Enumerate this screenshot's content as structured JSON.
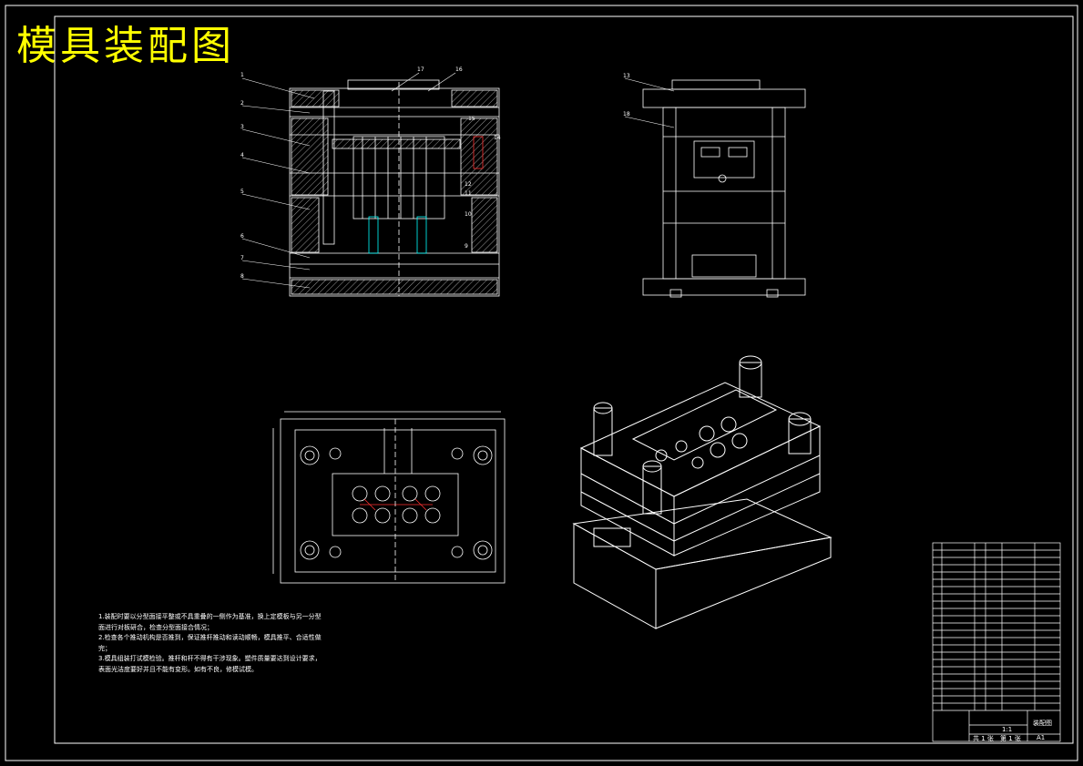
{
  "sheet": {
    "title": "模具装配图",
    "size_label": "A1",
    "drawing_name": "装配图",
    "sheet_count": "共 1 张",
    "sheet_index": "第 1 张",
    "scale": "1:1"
  },
  "callouts": [
    "1",
    "2",
    "3",
    "4",
    "5",
    "6",
    "7",
    "8",
    "9",
    "10",
    "11",
    "12",
    "13",
    "14",
    "15",
    "16",
    "17",
    "18"
  ],
  "technical_requirements": [
    "1.装配时要以分型面接平整或不具重叠的一侧作为基准，换上定模板与另一分型面进行对板研合，检查分型面接合情况；",
    "2.检查各个推动机构是否推到，保证推杆推动和读动顺畅，模具推平、合适性做完；",
    "3.模具组装打试模检验。推杆和杆不得有干涉现象。塑件质量要达到设计要求，表面光洁度要好并且不能有变形。如有不良，修模试模。"
  ],
  "colors": {
    "title": "#ffff00",
    "line": "#ffffff",
    "accent_red": "#ff3030",
    "accent_cyan": "#00ffff",
    "accent_yellow": "#ffff00",
    "background": "#000000"
  }
}
